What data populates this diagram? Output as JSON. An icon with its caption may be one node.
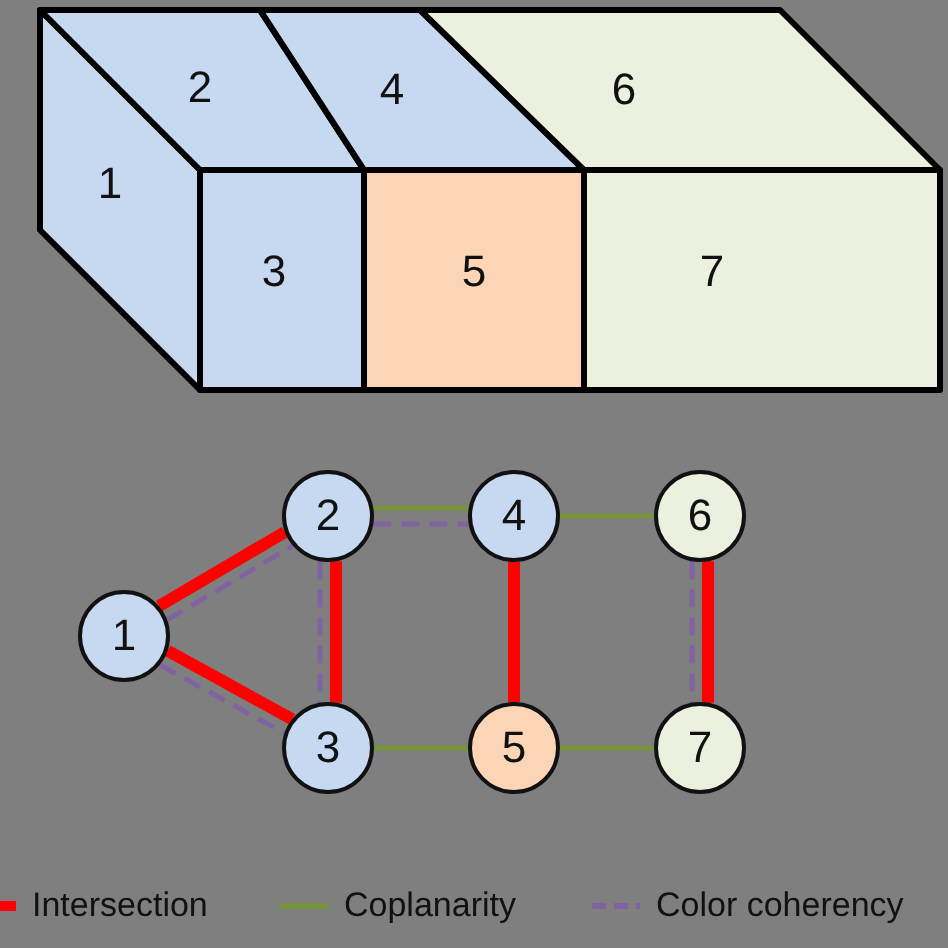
{
  "diagram": {
    "nodes": [
      {
        "text": [
          "1"
        ]
      },
      {
        "text": [
          "2"
        ]
      },
      {
        "text": [
          "3"
        ]
      },
      {
        "text": [
          "4"
        ]
      },
      {
        "text": [
          "5"
        ]
      },
      {
        "text": [
          "6"
        ]
      },
      {
        "text": [
          "7"
        ]
      },
      {
        "text": [
          "1"
        ]
      },
      {
        "text": [
          "2"
        ]
      },
      {
        "text": [
          "3"
        ]
      },
      {
        "text": [
          "4"
        ]
      },
      {
        "text": [
          "5"
        ]
      },
      {
        "text": [
          "6"
        ]
      },
      {
        "text": [
          "7"
        ]
      }
    ],
    "edges": [
      {
        "from": 7,
        "to": 8,
        "arrow": "none",
        "style": "thick",
        "color": "#ff0000"
      },
      {
        "from": 7,
        "to": 8,
        "arrow": "none",
        "style": "dashed",
        "color": "#8064a2"
      },
      {
        "from": 7,
        "to": 9,
        "arrow": "none",
        "style": "thick",
        "color": "#ff0000"
      },
      {
        "from": 7,
        "to": 9,
        "arrow": "none",
        "style": "dashed",
        "color": "#8064a2"
      },
      {
        "from": 8,
        "to": 9,
        "arrow": "none",
        "style": "thick",
        "color": "#ff0000"
      },
      {
        "from": 8,
        "to": 9,
        "arrow": "none",
        "style": "dashed",
        "color": "#8064a2"
      },
      {
        "from": 8,
        "to": 10,
        "arrow": "none",
        "color": "#77933c"
      },
      {
        "from": 8,
        "to": 10,
        "arrow": "none",
        "style": "dashed",
        "color": "#8064a2"
      },
      {
        "from": 9,
        "to": 11,
        "arrow": "none",
        "color": "#77933c"
      },
      {
        "from": 10,
        "to": 11,
        "arrow": "none",
        "style": "thick",
        "color": "#ff0000"
      },
      {
        "from": 10,
        "to": 12,
        "arrow": "none",
        "color": "#77933c"
      },
      {
        "from": 11,
        "to": 13,
        "arrow": "none",
        "color": "#77933c"
      },
      {
        "from": 12,
        "to": 13,
        "arrow": "none",
        "style": "thick",
        "color": "#ff0000"
      },
      {
        "from": 12,
        "to": 13,
        "arrow": "none",
        "style": "dashed",
        "color": "#8064a2"
      }
    ],
    "legend": [
      {
        "text": "Intersection"
      },
      {
        "text": "Coplanarity"
      },
      {
        "text": "Color coherency"
      }
    ]
  }
}
